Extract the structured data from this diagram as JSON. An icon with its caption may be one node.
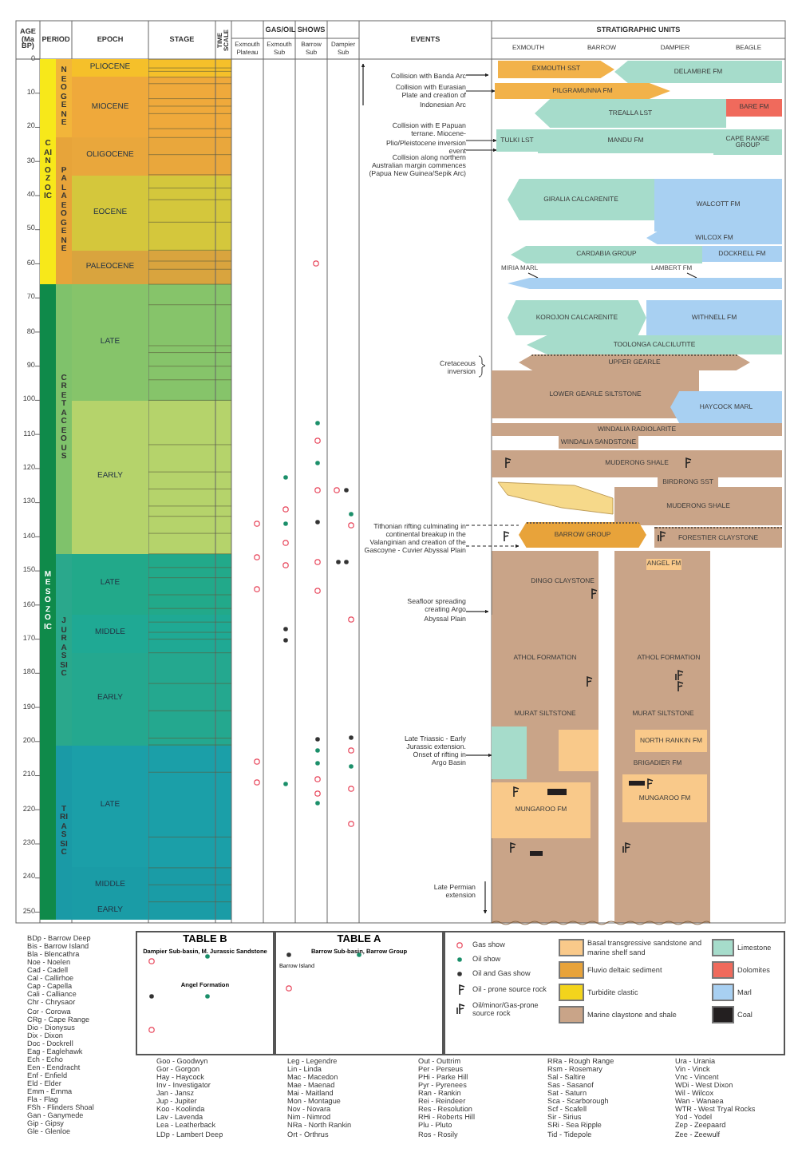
{
  "diagram": {
    "nodes": [
      {
        "text": [
          "Collision with Banda Arc"
        ]
      },
      {
        "text": [
          "Collision with Eurasian Plate and creation of Indonesian Arc"
        ]
      },
      {
        "text": [
          "Collision with E Papuan terrane. Miocene-Plio/Pleistocene inversion event"
        ]
      },
      {
        "text": [
          "Collision along northern Australian margin commences (Papua New Guinea/Sepik Arc)"
        ]
      },
      {
        "text": [
          "Cretaceous inversion"
        ]
      },
      {
        "text": [
          "Tithonian rifting culminating in continental breakup in the Valanginian and creation of the Gascoyne - Cuvier Abyssal Plain"
        ]
      },
      {
        "text": [
          "Seafloor spreading creating Argo Abyssal Plain"
        ]
      },
      {
        "text": [
          "Late Triassic - Early Jurassic extension. Onset of rifting in Argo Basin"
        ]
      },
      {
        "text": [
          "Late Permian extension"
        ]
      },
      {
        "text": [
          "EXMOUTH SST"
        ]
      },
      {
        "text": [
          "DELAMBRE FM"
        ]
      },
      {
        "text": [
          "PILGRAMUNNA FM"
        ]
      },
      {
        "text": [
          "TREALLA LST"
        ]
      },
      {
        "text": [
          "BARE FM"
        ]
      },
      {
        "text": [
          "TULKI LST"
        ]
      },
      {
        "text": [
          "MANDU FM"
        ]
      },
      {
        "text": [
          "CAPE RANGE GROUP"
        ]
      },
      {
        "text": [
          "GIRALIA CALCARENITE"
        ]
      },
      {
        "text": [
          "WALCOTT FM"
        ]
      },
      {
        "text": [
          "WILCOX FM"
        ]
      },
      {
        "text": [
          "CARDABIA GROUP"
        ]
      },
      {
        "text": [
          "DOCKRELL FM"
        ]
      },
      {
        "text": [
          "MIRIA MARL"
        ]
      },
      {
        "text": [
          "LAMBERT FM"
        ]
      },
      {
        "text": [],
        "shape": "bar"
      },
      {
        "text": [
          "KOROJON CALCARENITE"
        ]
      },
      {
        "text": [
          "WITHNELL FM"
        ]
      },
      {
        "text": [
          "TOOLONGA CALCILUTITE"
        ]
      },
      {
        "text": [
          "UPPER GEARLE"
        ]
      },
      {
        "text": [
          "LOWER GEARLE SILTSTONE"
        ]
      },
      {
        "text": [
          "HAYCOCK MARL"
        ]
      },
      {
        "text": [
          "WINDALIA RADIOLARITE"
        ]
      },
      {
        "text": [
          "WINDALIA SANDSTONE"
        ]
      },
      {
        "text": [
          "MUDERONG SHALE"
        ]
      },
      {
        "text": [
          "BIRDRONG SST"
        ]
      },
      {
        "text": [
          "MUDERONG SHALE"
        ]
      },
      {
        "text": [
          "BARROW GROUP"
        ]
      },
      {
        "text": [
          "FORESTIER CLAYSTONE"
        ]
      },
      {
        "text": [
          "ANGEL FM"
        ]
      },
      {
        "text": [
          "DINGO CLAYSTONE"
        ]
      },
      {
        "text": [
          "ATHOL FORMATION"
        ]
      },
      {
        "text": [
          "ATHOL FORMATION"
        ]
      },
      {
        "text": [
          "MURAT SILTSTONE"
        ]
      },
      {
        "text": [
          "MURAT SILTSTONE"
        ]
      },
      {
        "text": [
          "NORTH RANKIN FM"
        ]
      },
      {
        "text": [
          "BRIGADIER FM"
        ]
      },
      {
        "text": [
          "MUNGAROO FM"
        ]
      },
      {
        "text": [
          "MUNGAROO FM"
        ]
      },
      {
        "text": [],
        "shape": "box"
      },
      {
        "text": [],
        "shape": "box"
      }
    ],
    "edges": [
      {
        "from": 0,
        "to": null,
        "arrow": "to"
      },
      {
        "from": 1,
        "to": 11,
        "arrow": "to"
      },
      {
        "from": 2,
        "to": 14,
        "arrow": "to"
      },
      {
        "from": 3,
        "to": 14,
        "arrow": "to"
      },
      {
        "from": 5,
        "to": 36,
        "arrow": "none",
        "style": "dashed"
      },
      {
        "from": 5,
        "to": 36,
        "arrow": "to",
        "style": "dashed"
      },
      {
        "from": 6,
        "to": null,
        "arrow": "to"
      },
      {
        "from": 7,
        "to": 48,
        "arrow": "to"
      },
      {
        "from": 22,
        "to": 24,
        "arrow": "none"
      },
      {
        "from": 23,
        "to": 24,
        "arrow": "none"
      }
    ],
    "labels": [
      "AGE (Ma BP)",
      "PERIOD",
      "EPOCH",
      "STAGE",
      "TIME SCALE",
      "GAS/OIL SHOWS",
      "Exmouth Plateau",
      "Exmouth Sub",
      "Barrow Sub",
      "Dampier Sub",
      "EVENTS",
      "STRATIGRAPHIC UNITS",
      "EXMOUTH",
      "BARROW",
      "DAMPIER",
      "BEAGLE",
      "0",
      "10",
      "20",
      "30",
      "40",
      "50",
      "60",
      "70",
      "80",
      "90",
      "100",
      "110",
      "120",
      "130",
      "140",
      "150",
      "160",
      "170",
      "180",
      "190",
      "200",
      "210",
      "220",
      "230",
      "240",
      "250",
      "CAINOZOIC",
      "MESOZOIC",
      "NEOGENE",
      "PALAEOGENE",
      "CRETACEOUS",
      "JURASSIC",
      "TRIASSIC",
      "PLIOCENE",
      "MIOCENE",
      "OLIGOCENE",
      "EOCENE",
      "PALEOCENE",
      "LATE",
      "EARLY",
      "LATE",
      "MIDDLE",
      "EARLY",
      "LATE",
      "MIDDLE",
      "EARLY",
      "TABLE B",
      "Dampier Sub-basin, M. Jurassic Sandstone",
      "Angel Formation",
      "TABLE A",
      "Barrow Sub-basin, Barrow Group",
      "Barrow Island",
      "BDp - Barrow Deep",
      "Bis - Barrow Island",
      "Bla - Blencathra",
      "Noe - Noelen",
      "Cad - Cadell",
      "Cal - Callirhoe",
      "Cap - Capella",
      "Cali - Calliance",
      "Chr - Chrysaor",
      "Cor - Corowa",
      "CRg - Cape Range",
      "Dio - Dionysus",
      "Dix - Dixon",
      "Doc - Dockrell",
      "Eag - Eaglehawk",
      "Ech - Echo",
      "Een - Eendracht",
      "Enf - Enfield",
      "Eld - Elder",
      "Emm - Emma",
      "Fla - Flag",
      "FSh - Flinders Shoal",
      "Gan - Ganymede",
      "Gip - Gipsy",
      "Gle - Glenloe",
      "Goo - Goodwyn",
      "Gor - Gorgon",
      "Hay - Haycock",
      "Inv - Investigator",
      "Jan - Jansz",
      "Jup - Jupiter",
      "Koo - Koolinda",
      "Lav - Lavenda",
      "Lea - Leatherback",
      "LDp - Lambert Deep",
      "Leg - Legendre",
      "Lin - Linda",
      "Mac - Macedon",
      "Mae - Maenad",
      "Mai - Maitland",
      "Mon - Montague",
      "Nov - Novara",
      "Nim - Nimrod",
      "NRa - North Rankin",
      "Ort - Orthrus",
      "Out - Outtrim",
      "Per - Perseus",
      "PHi - Parke Hill",
      "Pyr - Pyrenees",
      "Ran - Rankin",
      "Rei - Reindeer",
      "Res - Resolution",
      "RHi - Roberts Hill",
      "Plu - Pluto",
      "Ros - Rosily",
      "RRa - Rough Range",
      "Rsm - Rosemary",
      "Sal - Saltire",
      "Sas - Sasanof",
      "Sat - Saturn",
      "Sca - Scarborough",
      "Scf - Scafell",
      "Sir - Sirius",
      "SRi - Sea Ripple",
      "Tid - Tidepole",
      "Ura - Urania",
      "Vin - Vinck",
      "Vnc - Vincent",
      "WDi - West Dixon",
      "Wil - Wilcox",
      "Wan - Wanaea",
      "WTR - West Tryal Rocks",
      "Yod - Yodel",
      "Zep - Zeepaard",
      "Zee - Zeewulf"
    ],
    "legend": [
      {
        "text": "Gas show"
      },
      {
        "text": "Oil show"
      },
      {
        "text": "Oil and Gas show"
      },
      {
        "text": "Oil - prone source rock"
      },
      {
        "text": "Oil/minor/Gas-prone source rock"
      },
      {
        "text": "Basal transgressive sandstone and marine shelf sand",
        "color": "#f9c98a"
      },
      {
        "text": "Fluvio deltaic sediment",
        "color": "#e8a33a"
      },
      {
        "text": "Turbidite clastic",
        "color": "#f3d41c"
      },
      {
        "text": "Marine claystone and shale",
        "color": "#c9a488"
      },
      {
        "text": "Limestone",
        "color": "#a6dccb"
      },
      {
        "text": "Dolomites",
        "color": "#f06a5c"
      },
      {
        "text": "Marl",
        "color": "#a8d0f2"
      },
      {
        "text": "Coal",
        "color": "#231f20"
      }
    ]
  }
}
